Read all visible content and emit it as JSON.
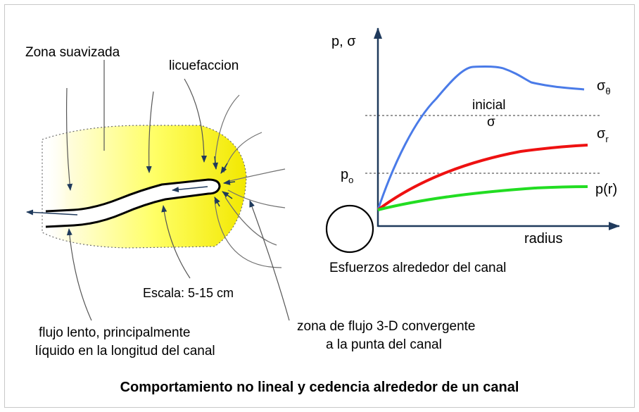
{
  "left_diagram": {
    "labels": {
      "smoothed_zone": "Zona suavizada",
      "liquefaction": "licuefaccion",
      "scale": "Escala: 5-15 cm",
      "slow_flow_line1": "flujo lento, principalmente",
      "slow_flow_line2": "líquido en la longitud del canal",
      "converging_line1": "zona de flujo 3-D convergente",
      "converging_line2": "a la punta  del canal"
    }
  },
  "chart": {
    "y_axis_label": "p, σ",
    "x_axis_label": "radius",
    "caption": "Esfuerzos alrededor del canal",
    "initial_label": "inicial",
    "initial_symbol": "σ",
    "p0_base": "p",
    "p0_sub": "o",
    "sigma_theta_base": "σ",
    "sigma_theta_sub": "θ",
    "sigma_r_base": "σ",
    "sigma_r_sub": "r",
    "p_r_label": "p(r)",
    "colors": {
      "sigma_theta": "#4a7be8",
      "sigma_r": "#ee1111",
      "p_r": "#22dd22"
    }
  },
  "title": "Comportamiento no lineal y cedencia alrededor de un canal"
}
